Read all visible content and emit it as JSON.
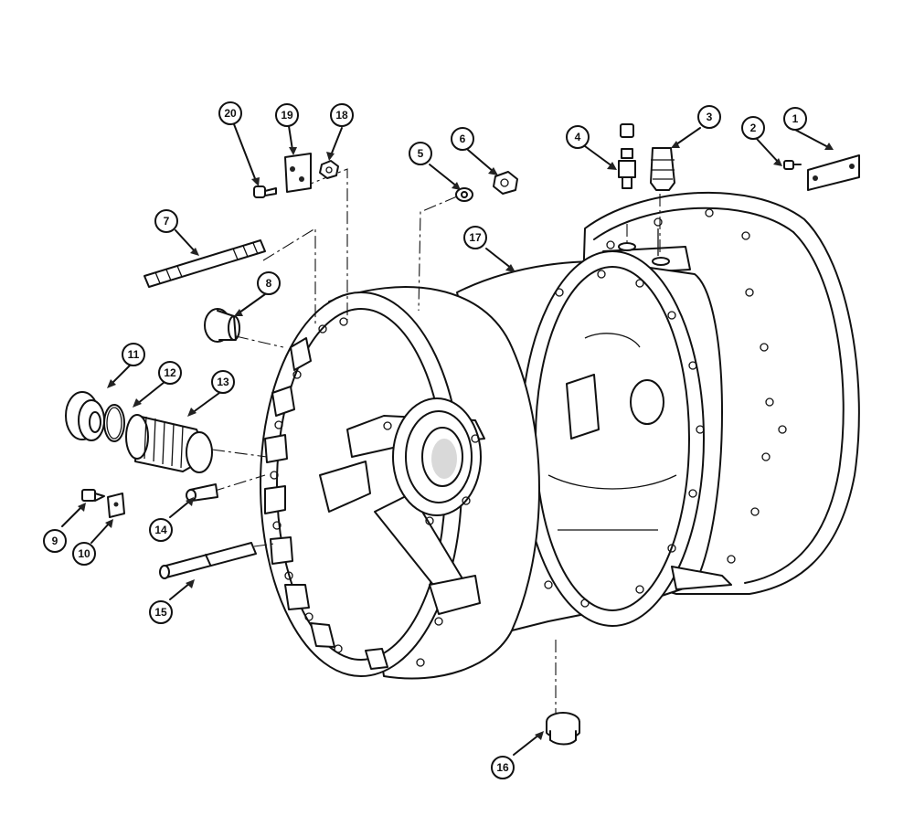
{
  "callouts": [
    {
      "id": "callout-1",
      "label": "1"
    },
    {
      "id": "callout-2",
      "label": "2"
    },
    {
      "id": "callout-3",
      "label": "3"
    },
    {
      "id": "callout-4",
      "label": "4"
    },
    {
      "id": "callout-5",
      "label": "5"
    },
    {
      "id": "callout-6",
      "label": "6"
    },
    {
      "id": "callout-7",
      "label": "7"
    },
    {
      "id": "callout-8",
      "label": "8"
    },
    {
      "id": "callout-9",
      "label": "9"
    },
    {
      "id": "callout-10",
      "label": "10"
    },
    {
      "id": "callout-11",
      "label": "11"
    },
    {
      "id": "callout-12",
      "label": "12"
    },
    {
      "id": "callout-13",
      "label": "13"
    },
    {
      "id": "callout-14",
      "label": "14"
    },
    {
      "id": "callout-15",
      "label": "15"
    },
    {
      "id": "callout-16",
      "label": "16"
    },
    {
      "id": "callout-17",
      "label": "17"
    },
    {
      "id": "callout-18",
      "label": "18"
    },
    {
      "id": "callout-19",
      "label": "19"
    },
    {
      "id": "callout-20",
      "label": "20"
    }
  ],
  "line_color": "#111111",
  "background_color": "#ffffff"
}
